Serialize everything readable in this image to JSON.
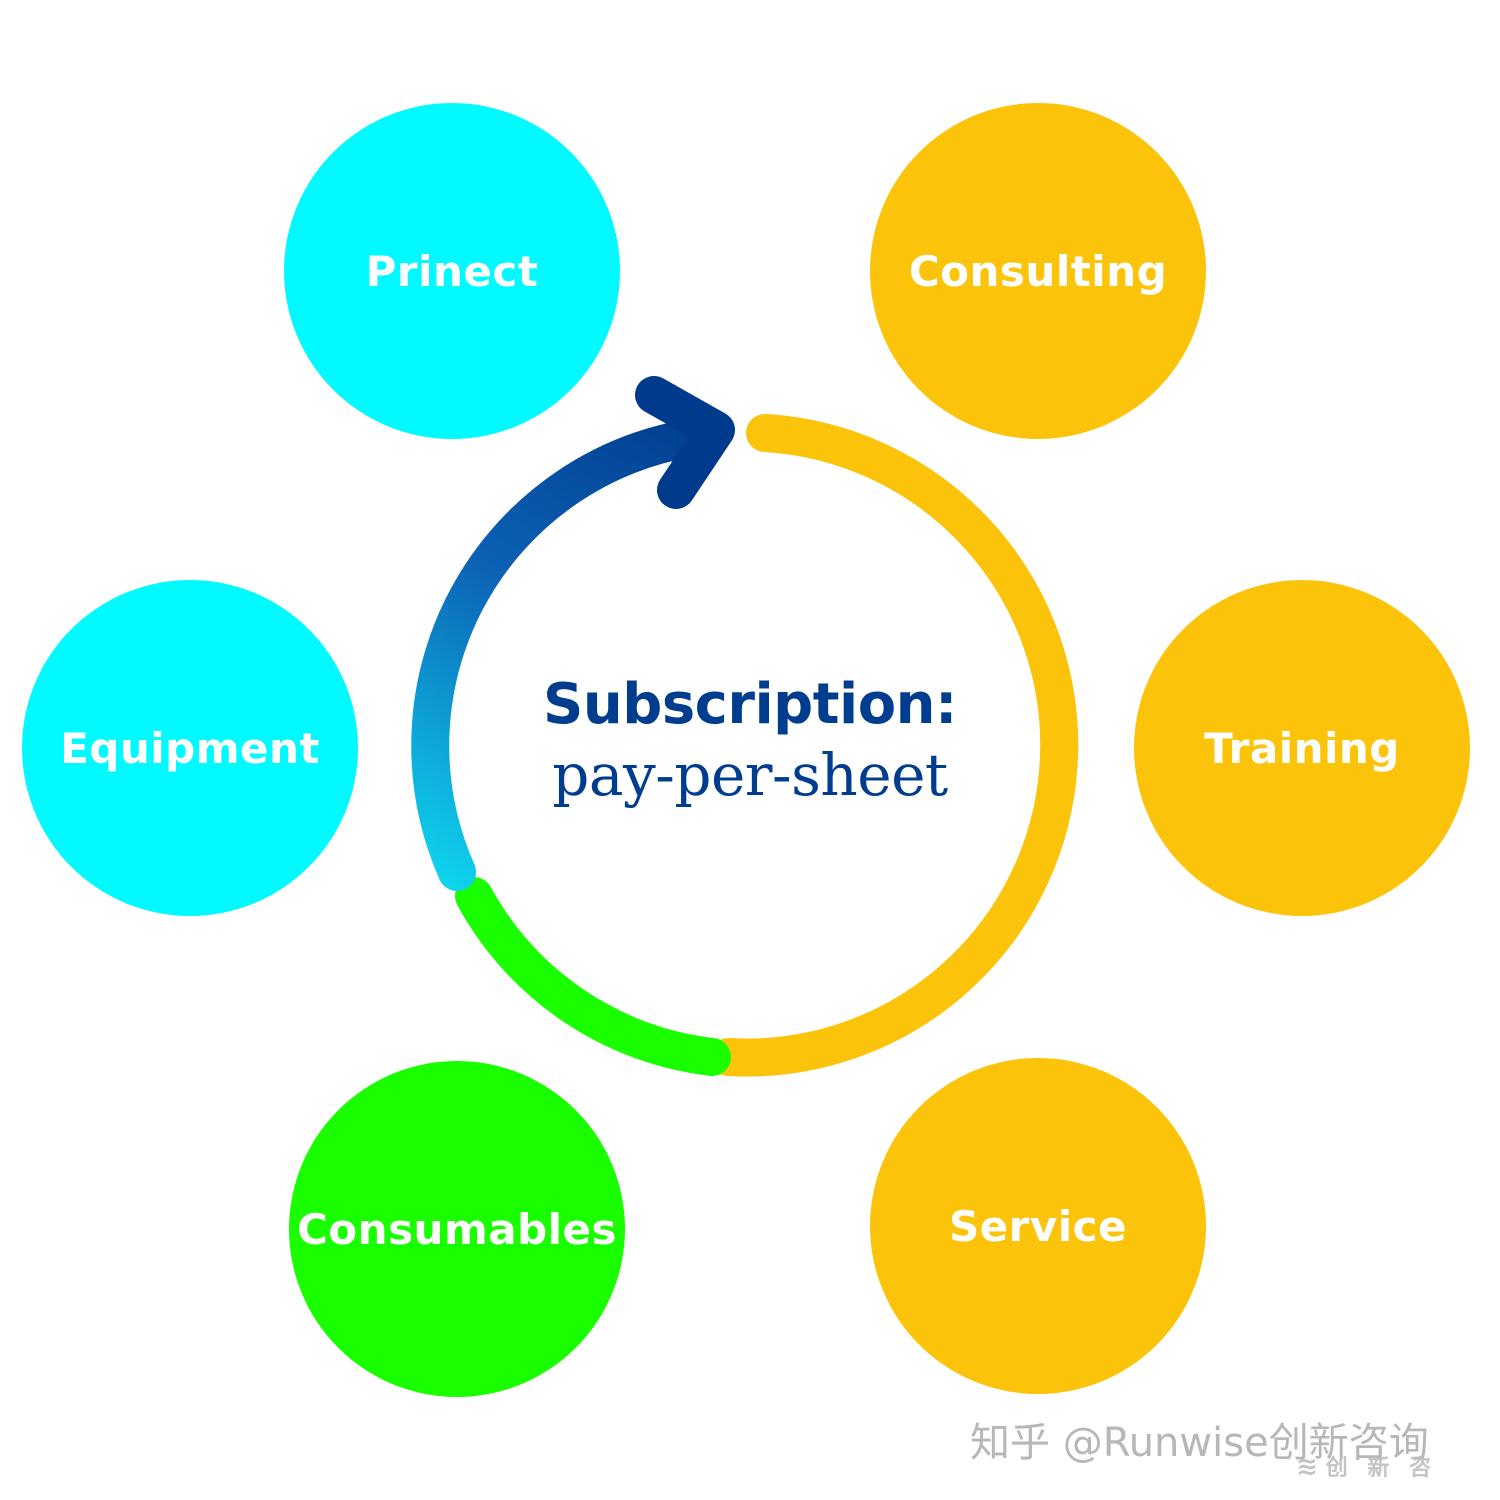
{
  "colors": {
    "cyan": "#00faff",
    "green": "#19ff00",
    "amber": "#fbc40b",
    "navy": "#003d8f",
    "white": "#ffffff"
  },
  "center": {
    "title": "Subscription:",
    "subtitle": "pay-per-sheet"
  },
  "bubbles": {
    "prinect": "Prinect",
    "equipment": "Equipment",
    "consumables": "Consumables",
    "consulting": "Consulting",
    "training": "Training",
    "service": "Service"
  },
  "watermark": {
    "text": "知乎 @Runwise创新咨询",
    "logo_text": "创 新 咨"
  }
}
